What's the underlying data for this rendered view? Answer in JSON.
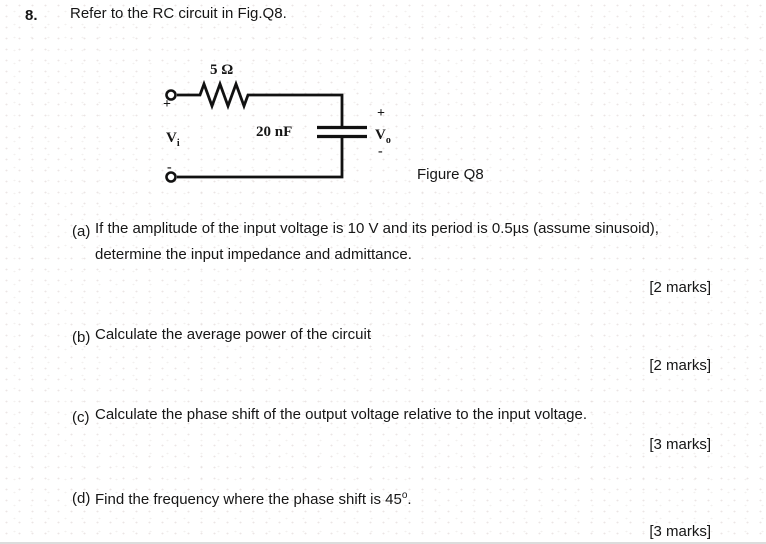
{
  "question": {
    "number": "8.",
    "intro": "Refer to the RC circuit in Fig.Q8."
  },
  "figure": {
    "caption": "Figure Q8",
    "labels": {
      "resistor_value": "5 Ω",
      "capacitor_value": "20 nF",
      "input_plus": "+",
      "input_minus": "-",
      "vin_base": "V",
      "vin_sub": "i",
      "output_plus": "+",
      "output_minus": "-",
      "vout_base": "V",
      "vout_sub": "o"
    },
    "ink_color": "#111111"
  },
  "parts": [
    {
      "label": "(a)",
      "lines": [
        "If the amplitude of the input voltage is 10 V and its period is 0.5µs (assume sinusoid),",
        "determine the input impedance and admittance."
      ],
      "marks": "[2 marks]"
    },
    {
      "label": "(b)",
      "text": "Calculate the average power of the circuit",
      "marks": "[2 marks]"
    },
    {
      "label": "(c)",
      "text": "Calculate the phase shift of the output voltage relative to the input voltage.",
      "marks": "[3 marks]"
    },
    {
      "label": "(d)",
      "text": "Find the frequency where the phase shift is 45",
      "sup": "o",
      "after": ".",
      "marks": "[3 marks]"
    }
  ]
}
